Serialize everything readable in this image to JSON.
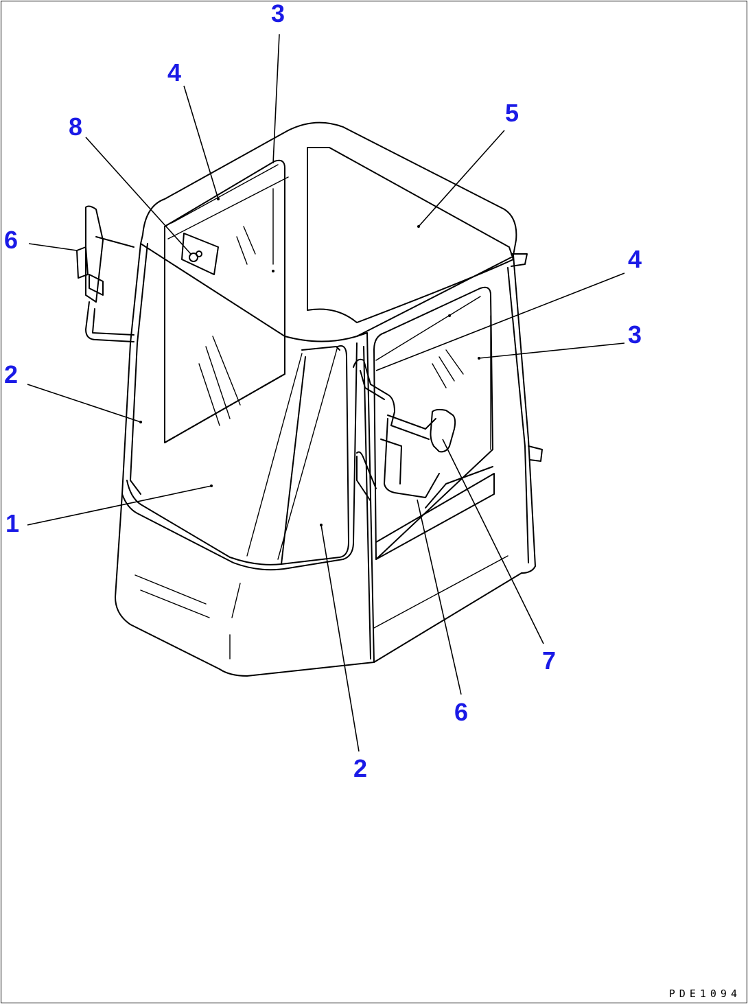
{
  "drawing_id": "PDE1094",
  "colors": {
    "callout": "#1a1ae6",
    "line": "#000000",
    "background": "#ffffff"
  },
  "callouts": [
    {
      "id": "c-3-top",
      "label": "3"
    },
    {
      "id": "c-4-top",
      "label": "4"
    },
    {
      "id": "c-8",
      "label": "8"
    },
    {
      "id": "c-5",
      "label": "5"
    },
    {
      "id": "c-6-left",
      "label": "6"
    },
    {
      "id": "c-4-right",
      "label": "4"
    },
    {
      "id": "c-3-right",
      "label": "3"
    },
    {
      "id": "c-2-left",
      "label": "2"
    },
    {
      "id": "c-1",
      "label": "1"
    },
    {
      "id": "c-7",
      "label": "7"
    },
    {
      "id": "c-6-bottom",
      "label": "6"
    },
    {
      "id": "c-2-bottom",
      "label": "2"
    }
  ]
}
